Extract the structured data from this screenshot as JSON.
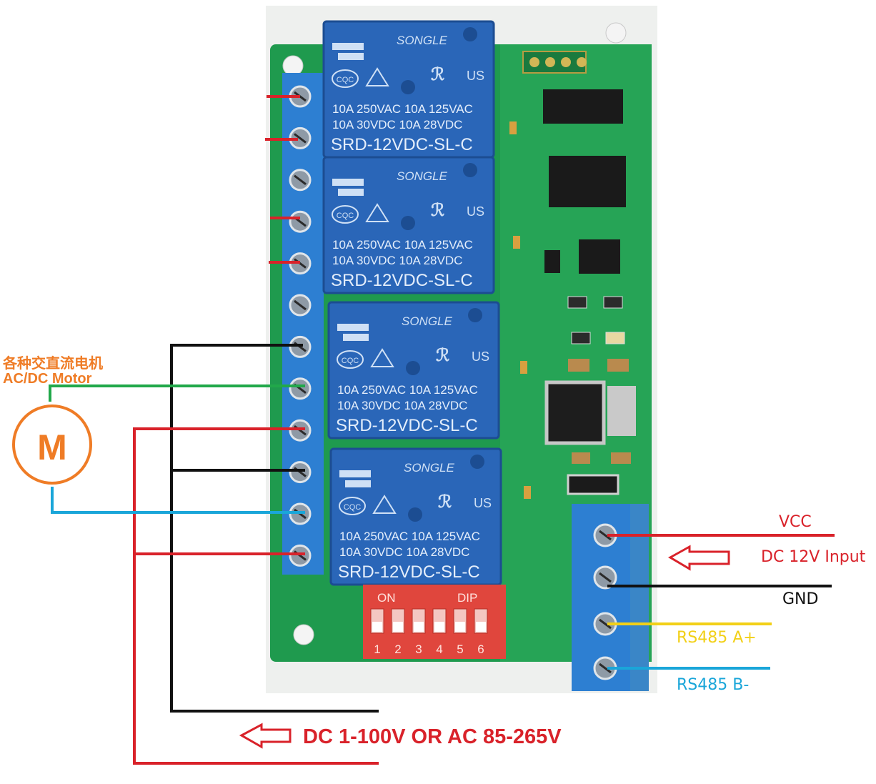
{
  "relays": [
    {
      "brand": "SONGLE",
      "rating1": "10A 250VAC  10A 125VAC",
      "rating2": "10A  30VDC  10A  28VDC",
      "model": "SRD-12VDC-SL-C",
      "ul": "US",
      "cqc": "CQC"
    },
    {
      "brand": "SONGLE",
      "rating1": "10A 250VAC  10A 125VAC",
      "rating2": "10A  30VDC  10A  28VDC",
      "model": "SRD-12VDC-SL-C",
      "ul": "US",
      "cqc": "CQC"
    },
    {
      "brand": "SONGLE",
      "rating1": "10A 250VAC  10A 125VAC",
      "rating2": "10A  30VDC  10A  28VDC",
      "model": "SRD-12VDC-SL-C",
      "ul": "US",
      "cqc": "CQC"
    },
    {
      "brand": "SONGLE",
      "rating1": "10A 250VAC  10A 125VAC",
      "rating2": "10A  30VDC  10A  28VDC",
      "model": "SRD-12VDC-SL-C",
      "ul": "US",
      "cqc": "CQC"
    }
  ],
  "dip_switch": {
    "on_label": "ON",
    "dip_label": "DIP",
    "positions": [
      "1",
      "2",
      "3",
      "4",
      "5",
      "6"
    ]
  },
  "motor": {
    "symbol": "M",
    "label_cn": "各种交直流电机",
    "label_en": "AC/DC Motor"
  },
  "power_connector": {
    "vcc": "VCC",
    "input": "DC 12V Input",
    "gnd": "GND",
    "rs485_a": "RS485 A+",
    "rs485_b": "RS485 B-"
  },
  "load_supply": "DC 1-100V OR AC 85-265V",
  "colors": {
    "red": "#d9222a",
    "black": "#111111",
    "green": "#21a84a",
    "blue": "#1aa6d9",
    "yellow": "#f2d017",
    "orange": "#ef7c26",
    "pcb": "#1f9a4e",
    "relay": "#2a66b8",
    "terminal": "#2d7fd2"
  }
}
